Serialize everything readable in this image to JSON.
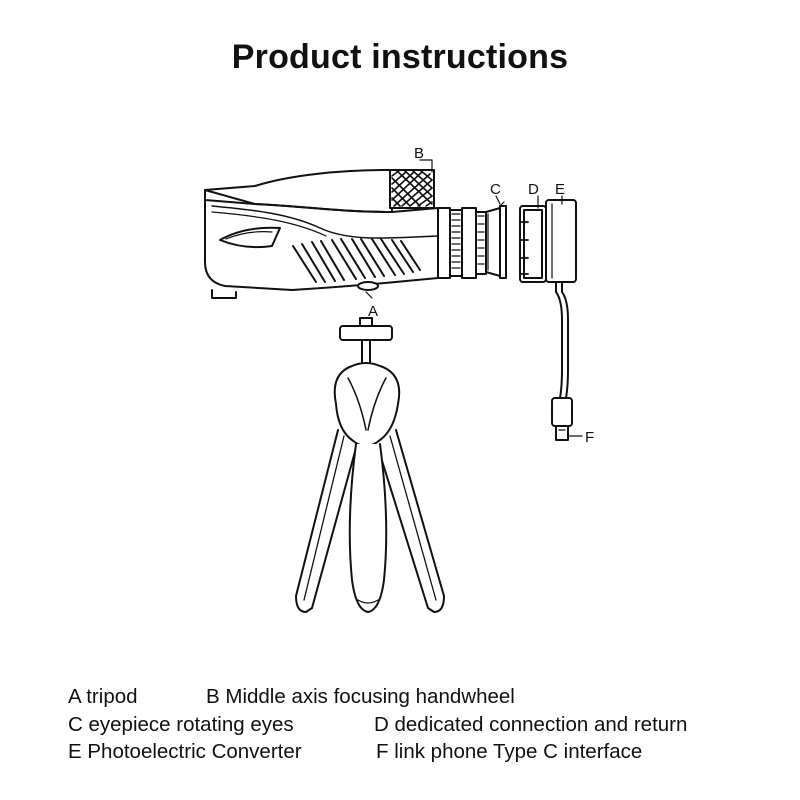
{
  "title": "Product instructions",
  "callouts": {
    "a": "A",
    "b": "B",
    "c": "C",
    "d": "D",
    "e": "E",
    "f": "F"
  },
  "legend": {
    "a": "A tripod",
    "b": "B Middle axis focusing handwheel",
    "c": "C eyepiece rotating eyes",
    "d": "D dedicated connection and return",
    "e": "E Photoelectric Converter",
    "f": "F link phone Type C interface"
  }
}
